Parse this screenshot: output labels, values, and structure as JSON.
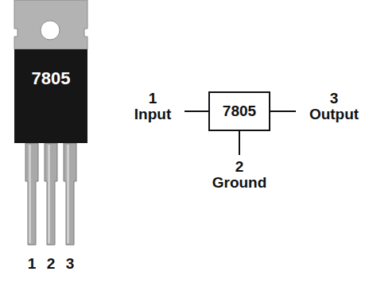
{
  "diagram": {
    "nodes": [
      {
        "text": [
          "7805"
        ]
      },
      {
        "text": [
          "7805"
        ]
      }
    ],
    "labels": [
      "1",
      "2",
      "3",
      "1 Input",
      "2 Ground",
      "3 Output"
    ]
  }
}
